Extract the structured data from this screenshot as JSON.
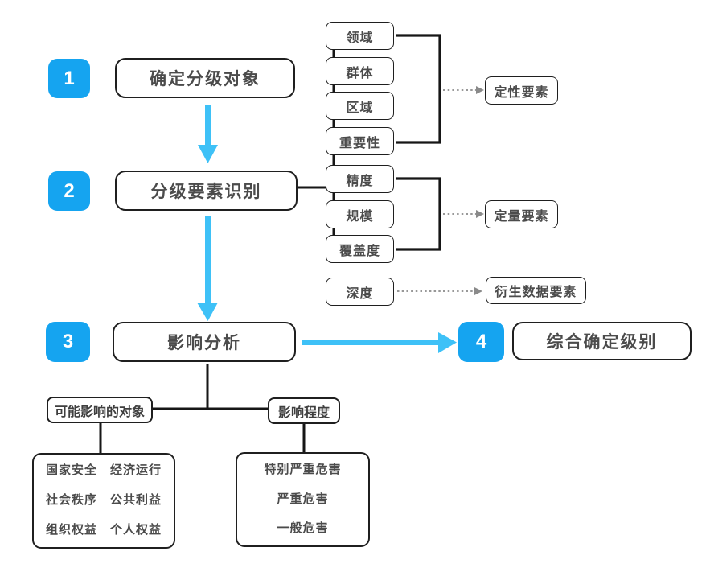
{
  "colors": {
    "badge_blue": "#15A4F0",
    "arrow_blue": "#3EC1F7",
    "line_dark": "#161616",
    "dotted_gray": "#8a8a8a",
    "text_dark": "#4b4b4b"
  },
  "steps": [
    {
      "number": "1",
      "label": "确定分级对象"
    },
    {
      "number": "2",
      "label": "分级要素识别"
    },
    {
      "number": "3",
      "label": "影响分析"
    },
    {
      "number": "4",
      "label": "综合确定级别"
    }
  ],
  "factors": {
    "qualitative": {
      "items": [
        "领域",
        "群体",
        "区域",
        "重要性"
      ],
      "result": "定性要素"
    },
    "quantitative": {
      "items": [
        "精度",
        "规模",
        "覆盖度"
      ],
      "result": "定量要素"
    },
    "derived": {
      "item": "深度",
      "result": "衍生数据要素"
    }
  },
  "impact": {
    "objects_label": "可能影响的对象",
    "objects_lines": [
      "国家安全　经济运行",
      "社会秩序　公共利益",
      "组织权益　个人权益"
    ],
    "degree_label": "影响程度",
    "degree_lines": [
      "特别严重危害",
      "严重危害",
      "一般危害"
    ]
  }
}
